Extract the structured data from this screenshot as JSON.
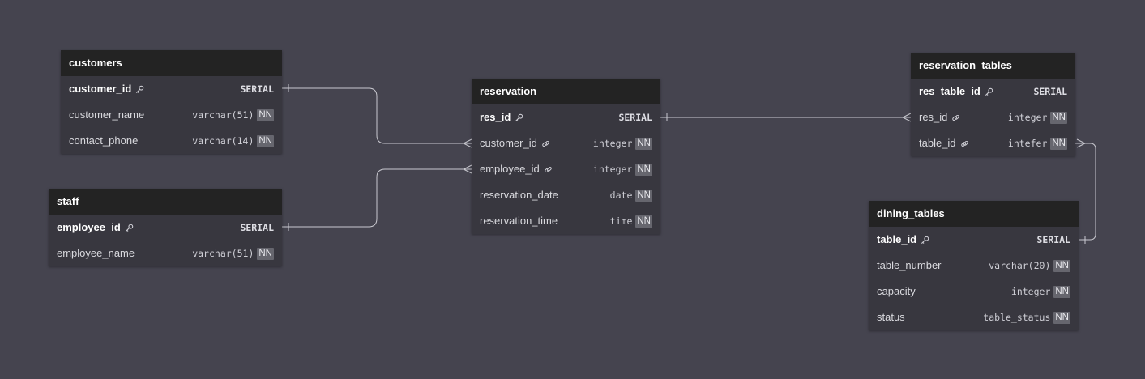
{
  "tables": {
    "customers": {
      "title": "customers",
      "columns": [
        {
          "name": "customer_id",
          "type": "SERIAL",
          "icon": "key-icon"
        },
        {
          "name": "customer_name",
          "type": "varchar(51)",
          "nn": "NN"
        },
        {
          "name": "contact_phone",
          "type": "varchar(14)",
          "nn": "NN"
        }
      ]
    },
    "staff": {
      "title": "staff",
      "columns": [
        {
          "name": "employee_id",
          "type": "SERIAL",
          "icon": "key-icon"
        },
        {
          "name": "employee_name",
          "type": "varchar(51)",
          "nn": "NN"
        }
      ]
    },
    "reservation": {
      "title": "reservation",
      "columns": [
        {
          "name": "res_id",
          "type": "SERIAL",
          "icon": "key-icon"
        },
        {
          "name": "customer_id",
          "type": "integer",
          "nn": "NN",
          "icon": "link-icon"
        },
        {
          "name": "employee_id",
          "type": "integer",
          "nn": "NN",
          "icon": "link-icon"
        },
        {
          "name": "reservation_date",
          "type": "date",
          "nn": "NN"
        },
        {
          "name": "reservation_time",
          "type": "time",
          "nn": "NN"
        }
      ]
    },
    "reservation_tables": {
      "title": "reservation_tables",
      "columns": [
        {
          "name": "res_table_id",
          "type": "SERIAL",
          "icon": "key-icon"
        },
        {
          "name": "res_id",
          "type": "integer",
          "nn": "NN",
          "icon": "link-icon"
        },
        {
          "name": "table_id",
          "type": "intefer",
          "nn": "NN",
          "icon": "link-icon"
        }
      ]
    },
    "dining_tables": {
      "title": "dining_tables",
      "columns": [
        {
          "name": "table_id",
          "type": "SERIAL",
          "icon": "key-icon"
        },
        {
          "name": "table_number",
          "type": "varchar(20)",
          "nn": "NN"
        },
        {
          "name": "capacity",
          "type": "integer",
          "nn": "NN"
        },
        {
          "name": "status",
          "type": "table_status",
          "nn": "NN"
        }
      ]
    }
  },
  "colors": {
    "background": "#45444f",
    "table_body": "#38373f",
    "table_header": "#232323",
    "connector": "#c9c9d0"
  }
}
